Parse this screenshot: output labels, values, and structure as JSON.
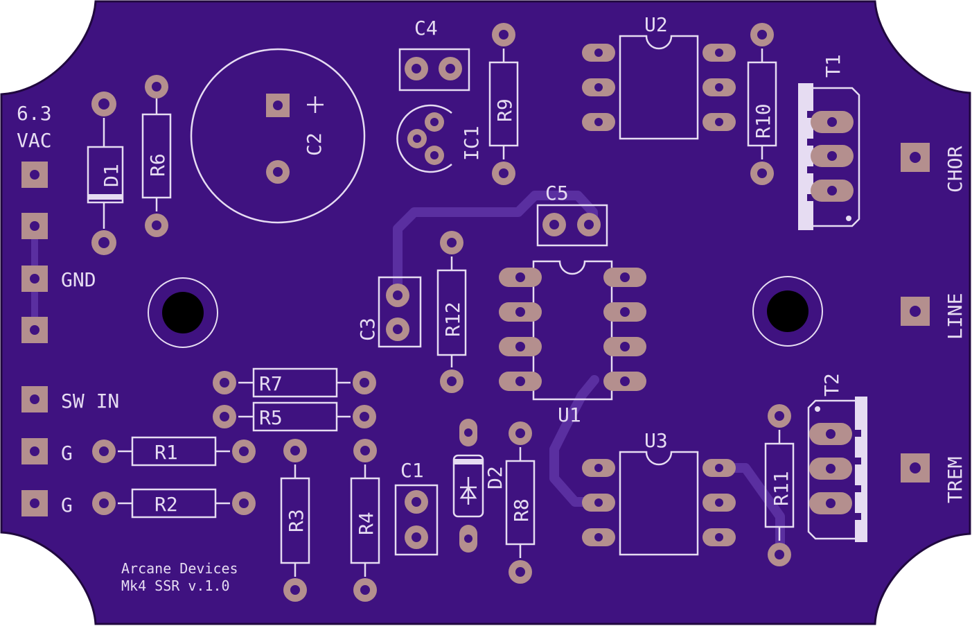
{
  "colors": {
    "board": "#3f1280",
    "board_outline": "#20083f",
    "silk": "#e6dcf2",
    "pad": "#b48f8e",
    "trace": "#5a2fa0",
    "hole": "#000000"
  },
  "refdes": {
    "C1": "C1",
    "C2": "C2",
    "C3": "C3",
    "C4": "C4",
    "C5": "C5",
    "D1": "D1",
    "D2": "D2",
    "IC1": "IC1",
    "R1": "R1",
    "R2": "R2",
    "R3": "R3",
    "R4": "R4",
    "R5": "R5",
    "R6": "R6",
    "R7": "R7",
    "R8": "R8",
    "R9": "R9",
    "R10": "R10",
    "R11": "R11",
    "R12": "R12",
    "T1": "T1",
    "T2": "T2",
    "U1": "U1",
    "U2": "U2",
    "U3": "U3"
  },
  "labels": {
    "vac_line1": "6.3",
    "vac_line2": "VAC",
    "gnd": "GND",
    "sw_in": "SW IN",
    "g1": "G",
    "g2": "G",
    "chor": "CHOR",
    "line": "LINE",
    "trem": "TREM",
    "plus": "+"
  },
  "credit": {
    "line1": "Arcane Devices",
    "line2": "Mk4 SSR v.1.0"
  }
}
